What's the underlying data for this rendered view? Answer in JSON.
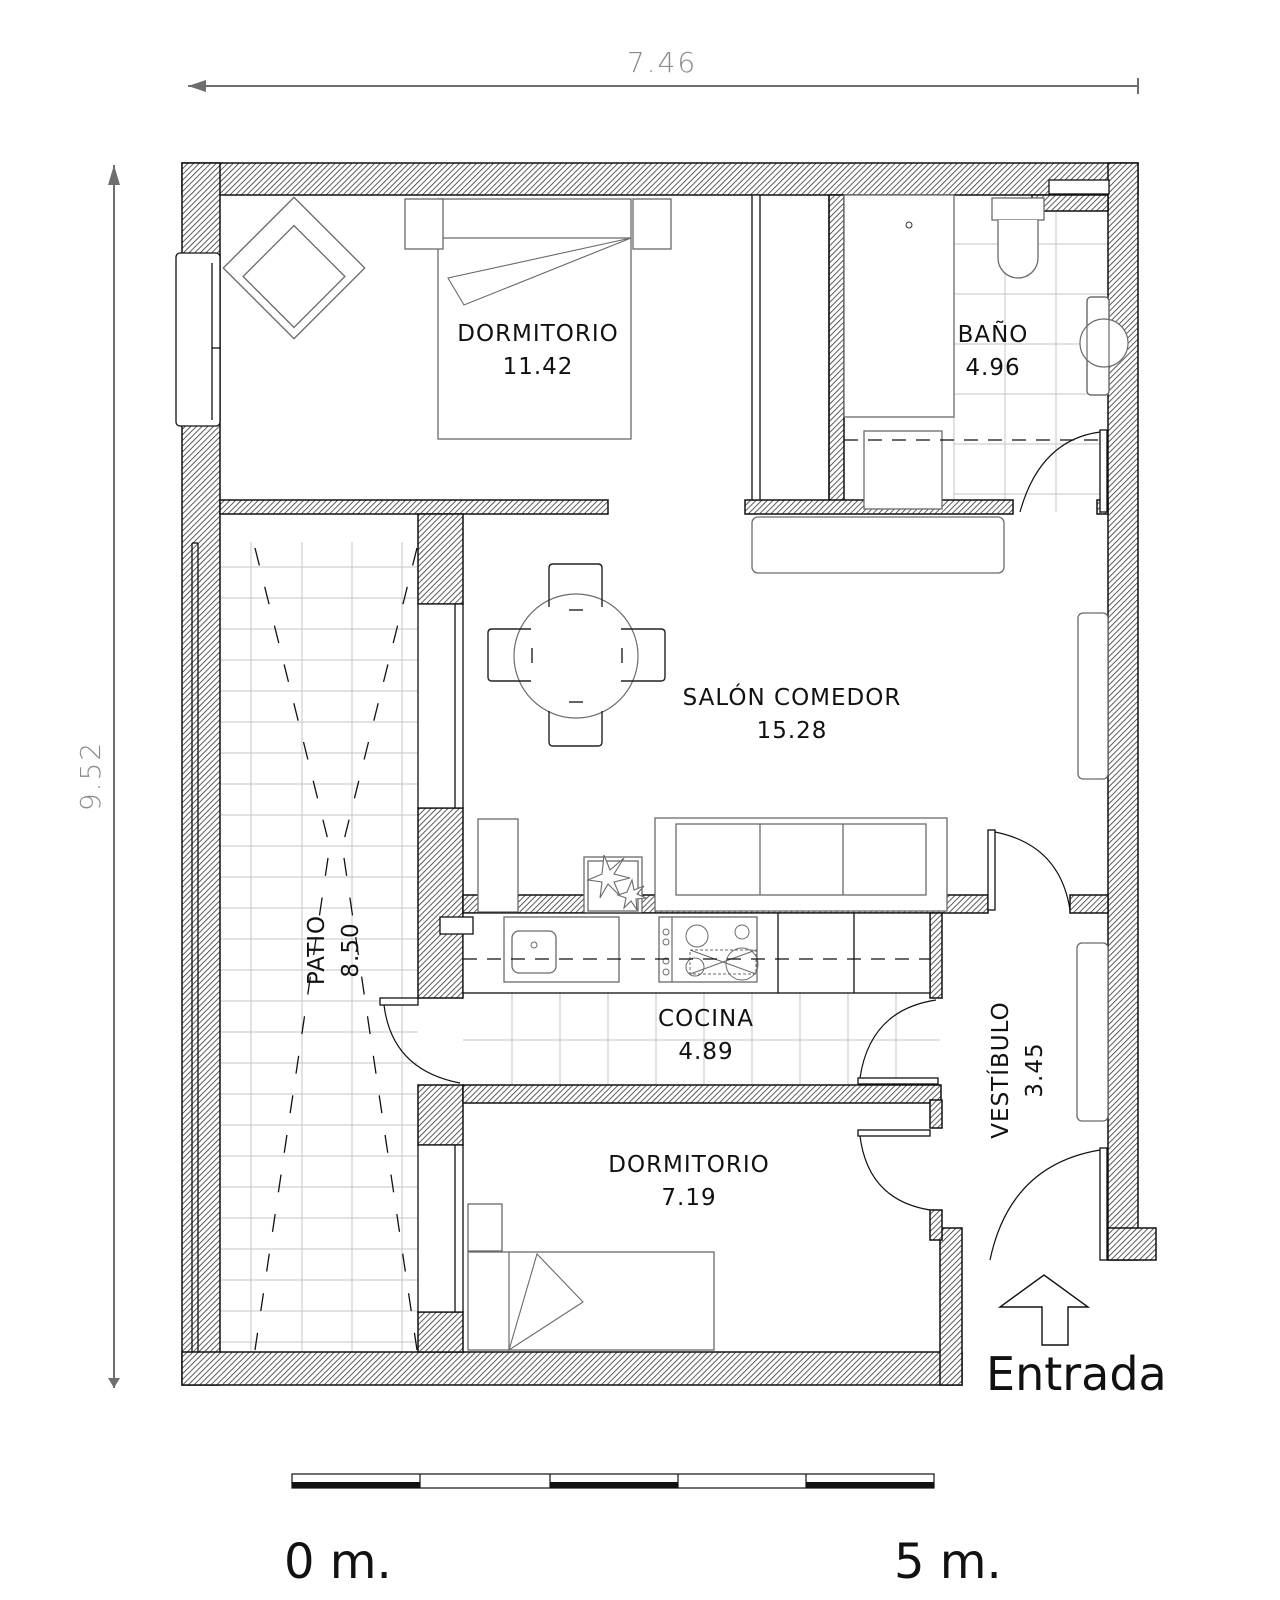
{
  "dimensions": {
    "width_label": "7.46",
    "height_label": "9.52"
  },
  "rooms": [
    {
      "id": "dormitorio-principal",
      "name": "DORMITORIO",
      "area": "11.42"
    },
    {
      "id": "bano",
      "name": "BAÑO",
      "area": "4.96"
    },
    {
      "id": "salon-comedor",
      "name": "SALÓN COMEDOR",
      "area": "15.28"
    },
    {
      "id": "patio",
      "name": "PATIO",
      "area": "8.50"
    },
    {
      "id": "cocina",
      "name": "COCINA",
      "area": "4.89"
    },
    {
      "id": "vestibulo",
      "name": "VESTÍBULO",
      "area": "3.45"
    },
    {
      "id": "dormitorio-secundario",
      "name": "DORMITORIO",
      "area": "7.19"
    }
  ],
  "entrance": {
    "label": "Entrada",
    "icon": "arrow-up-icon"
  },
  "scale_bar": {
    "start_label": "0 m.",
    "end_label": "5 m.",
    "segments": 5
  },
  "colors": {
    "wall_stroke": "#111111",
    "hatch": "#333333",
    "furniture": "#6a6a6a",
    "tile_grid": "#c4c4c4",
    "dimension": "#6e6e6e"
  }
}
